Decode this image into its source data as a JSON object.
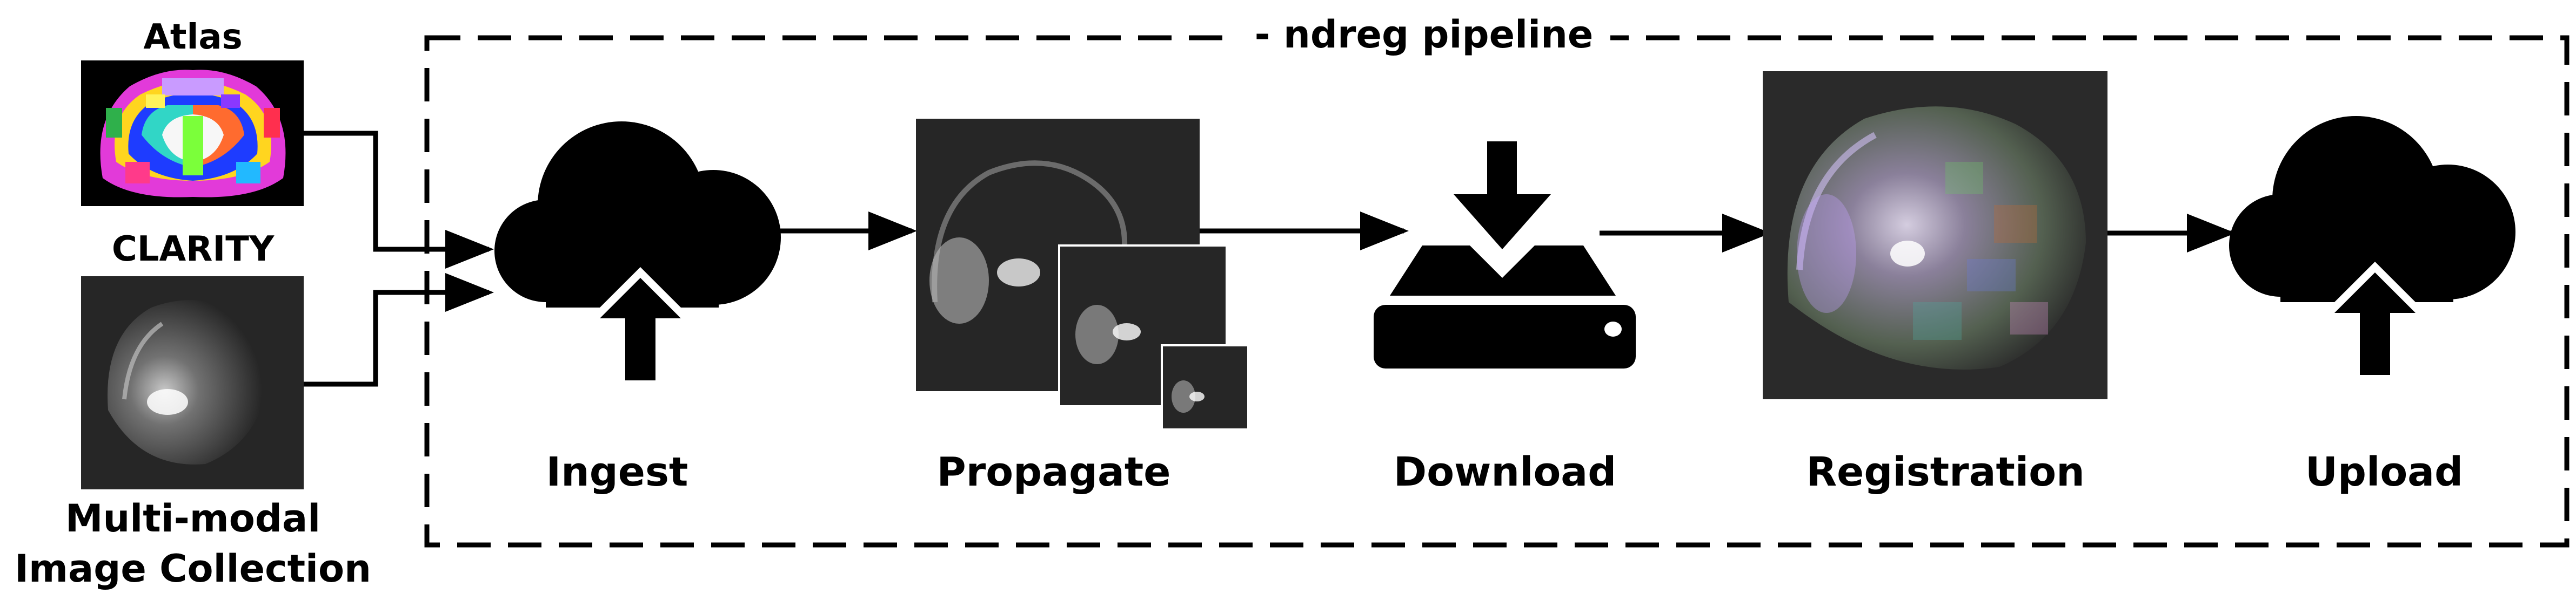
{
  "inputs": {
    "atlas_label": "Atlas",
    "clarity_label": "CLARITY",
    "collection_label_line1": "Multi-modal",
    "collection_label_line2": "Image Collection"
  },
  "pipeline": {
    "title": "- ndreg pipeline",
    "steps": [
      {
        "label": "Ingest",
        "icon": "cloud-upload-icon"
      },
      {
        "label": "Propagate",
        "icon": "image-pyramid"
      },
      {
        "label": "Download",
        "icon": "download-drive-icon"
      },
      {
        "label": "Registration",
        "icon": "registered-overlay-image"
      },
      {
        "label": "Upload",
        "icon": "cloud-upload-icon"
      }
    ]
  },
  "colors": {
    "ink": "#000000",
    "image_bg": "#262626",
    "background": "#ffffff"
  }
}
